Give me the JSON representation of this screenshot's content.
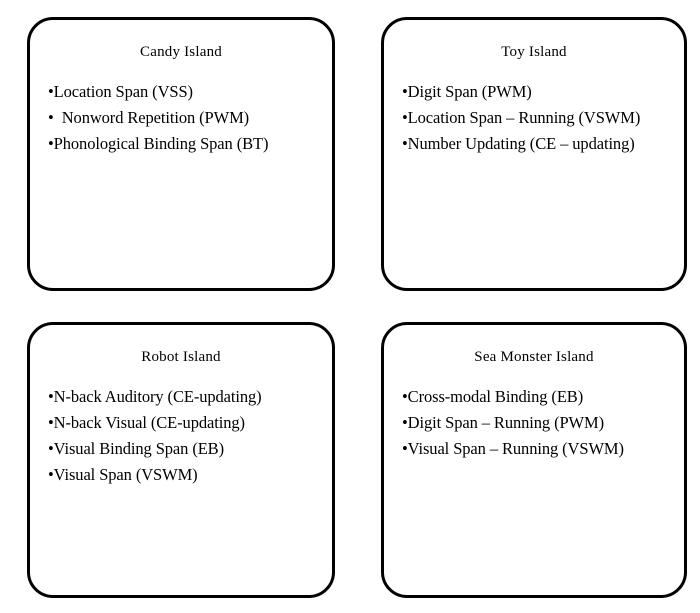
{
  "diagram": {
    "layout": "2x2-grid",
    "background_color": "#ffffff",
    "box_border_color": "#000000",
    "text_color": "#000000",
    "boxes": [
      {
        "id": "candy-island",
        "title": "Candy Island",
        "items": [
          "•Location Span (VSS)",
          "•  Nonword Repetition (PWM)",
          "•Phonological Binding Span (BT)"
        ]
      },
      {
        "id": "toy-island",
        "title": "Toy Island",
        "items": [
          "•Digit Span (PWM)",
          "•Location Span – Running (VSWM)",
          "•Number Updating (CE – updating)"
        ]
      },
      {
        "id": "robot-island",
        "title": "Robot Island",
        "items": [
          "•N-back Auditory (CE-updating)",
          "•N-back Visual (CE-updating)",
          "•Visual Binding Span (EB)",
          "•Visual Span (VSWM)"
        ]
      },
      {
        "id": "sea-monster-island",
        "title": "Sea Monster Island",
        "items": [
          "•Cross-modal Binding (EB)",
          "•Digit Span – Running (PWM)",
          "•Visual Span – Running (VSWM)"
        ]
      }
    ]
  }
}
